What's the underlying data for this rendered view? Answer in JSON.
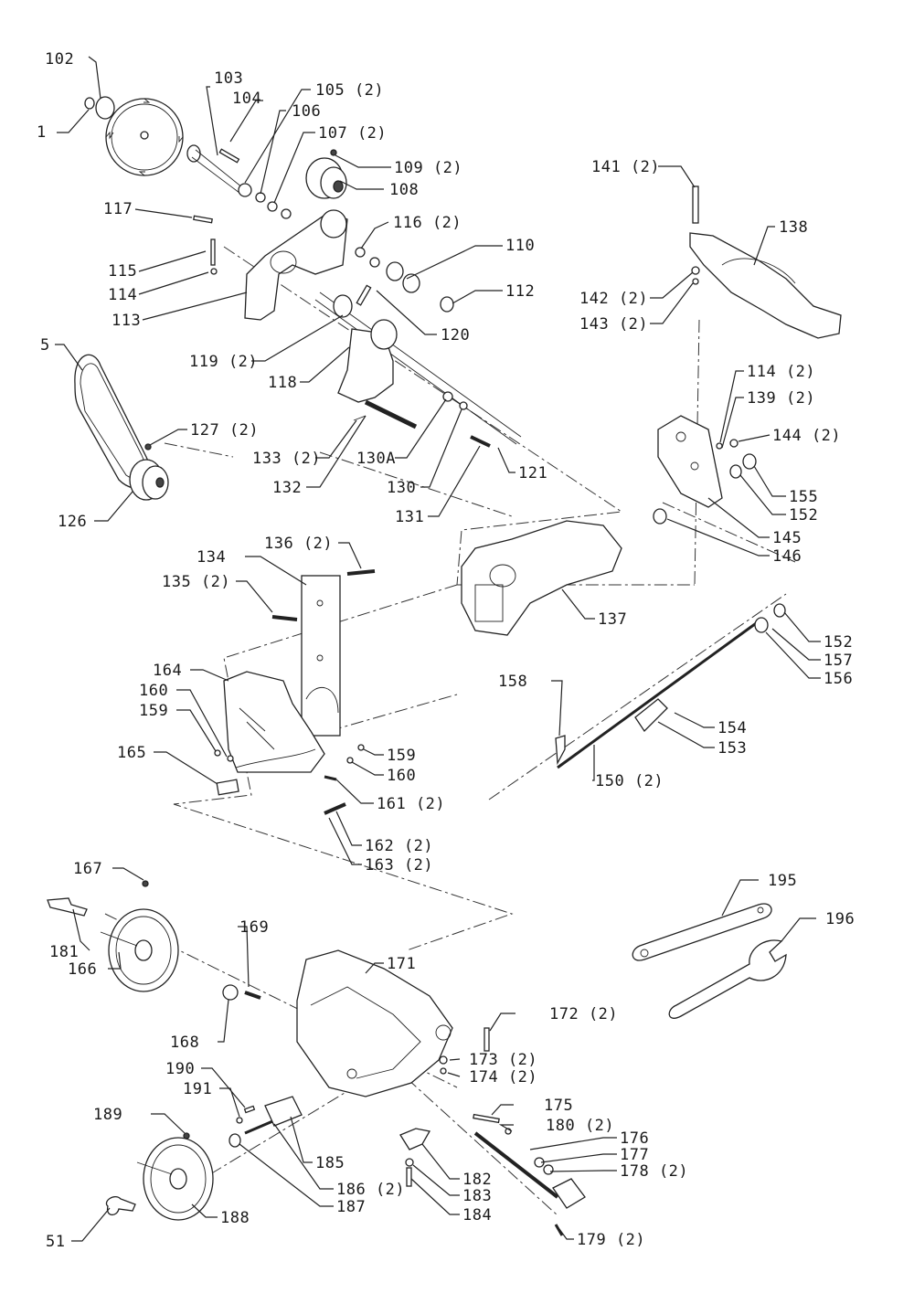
{
  "diagram": {
    "callouts": [
      {
        "id": "102",
        "text": "102"
      },
      {
        "id": "1",
        "text": "1"
      },
      {
        "id": "103",
        "text": "103"
      },
      {
        "id": "104",
        "text": "104"
      },
      {
        "id": "105",
        "text": "105 (2)"
      },
      {
        "id": "106",
        "text": "106"
      },
      {
        "id": "107",
        "text": "107 (2)"
      },
      {
        "id": "109",
        "text": "109 (2)"
      },
      {
        "id": "108",
        "text": "108"
      },
      {
        "id": "117",
        "text": "117"
      },
      {
        "id": "116",
        "text": "116 (2)"
      },
      {
        "id": "110",
        "text": "110"
      },
      {
        "id": "115",
        "text": "115"
      },
      {
        "id": "114a",
        "text": "114"
      },
      {
        "id": "112",
        "text": "112"
      },
      {
        "id": "113",
        "text": "113"
      },
      {
        "id": "120",
        "text": "120"
      },
      {
        "id": "119",
        "text": "119 (2)"
      },
      {
        "id": "118",
        "text": "118"
      },
      {
        "id": "5",
        "text": "5"
      },
      {
        "id": "127",
        "text": "127 (2)"
      },
      {
        "id": "133",
        "text": "133 (2)"
      },
      {
        "id": "130A",
        "text": "130A"
      },
      {
        "id": "132",
        "text": "132"
      },
      {
        "id": "130",
        "text": "130"
      },
      {
        "id": "121",
        "text": "121"
      },
      {
        "id": "131",
        "text": "131"
      },
      {
        "id": "126",
        "text": "126"
      },
      {
        "id": "141",
        "text": "141 (2)"
      },
      {
        "id": "138",
        "text": "138"
      },
      {
        "id": "142",
        "text": "142 (2)"
      },
      {
        "id": "143",
        "text": "143 (2)"
      },
      {
        "id": "114b",
        "text": "114 (2)"
      },
      {
        "id": "139",
        "text": "139 (2)"
      },
      {
        "id": "144",
        "text": "144 (2)"
      },
      {
        "id": "155",
        "text": "155"
      },
      {
        "id": "152a",
        "text": "152"
      },
      {
        "id": "145",
        "text": "145"
      },
      {
        "id": "146",
        "text": "146"
      },
      {
        "id": "136",
        "text": "136 (2)"
      },
      {
        "id": "134",
        "text": "134"
      },
      {
        "id": "135",
        "text": "135 (2)"
      },
      {
        "id": "137",
        "text": "137"
      },
      {
        "id": "152b",
        "text": "152"
      },
      {
        "id": "157",
        "text": "157"
      },
      {
        "id": "156",
        "text": "156"
      },
      {
        "id": "164",
        "text": "164"
      },
      {
        "id": "160a",
        "text": "160"
      },
      {
        "id": "159a",
        "text": "159"
      },
      {
        "id": "158",
        "text": "158"
      },
      {
        "id": "154",
        "text": "154"
      },
      {
        "id": "153",
        "text": "153"
      },
      {
        "id": "159b",
        "text": "159"
      },
      {
        "id": "165",
        "text": "165"
      },
      {
        "id": "160b",
        "text": "160"
      },
      {
        "id": "150",
        "text": "150 (2)"
      },
      {
        "id": "161",
        "text": "161 (2)"
      },
      {
        "id": "162",
        "text": "162 (2)"
      },
      {
        "id": "163",
        "text": "163 (2)"
      },
      {
        "id": "167",
        "text": "167"
      },
      {
        "id": "195",
        "text": "195"
      },
      {
        "id": "196",
        "text": "196"
      },
      {
        "id": "169",
        "text": "169"
      },
      {
        "id": "171",
        "text": "171"
      },
      {
        "id": "181",
        "text": "181"
      },
      {
        "id": "166",
        "text": "166"
      },
      {
        "id": "172",
        "text": "172 (2)"
      },
      {
        "id": "168",
        "text": "168"
      },
      {
        "id": "173",
        "text": "173 (2)"
      },
      {
        "id": "190",
        "text": "190"
      },
      {
        "id": "174",
        "text": "174 (2)"
      },
      {
        "id": "191",
        "text": "191"
      },
      {
        "id": "175",
        "text": "175"
      },
      {
        "id": "189",
        "text": "189"
      },
      {
        "id": "180",
        "text": "180 (2)"
      },
      {
        "id": "176",
        "text": "176"
      },
      {
        "id": "177",
        "text": "177"
      },
      {
        "id": "185",
        "text": "185"
      },
      {
        "id": "178",
        "text": "178 (2)"
      },
      {
        "id": "182",
        "text": "182"
      },
      {
        "id": "186",
        "text": "186 (2)"
      },
      {
        "id": "183",
        "text": "183"
      },
      {
        "id": "187",
        "text": "187"
      },
      {
        "id": "184",
        "text": "184"
      },
      {
        "id": "188",
        "text": "188"
      },
      {
        "id": "51",
        "text": "51"
      },
      {
        "id": "179",
        "text": "179 (2)"
      }
    ]
  }
}
